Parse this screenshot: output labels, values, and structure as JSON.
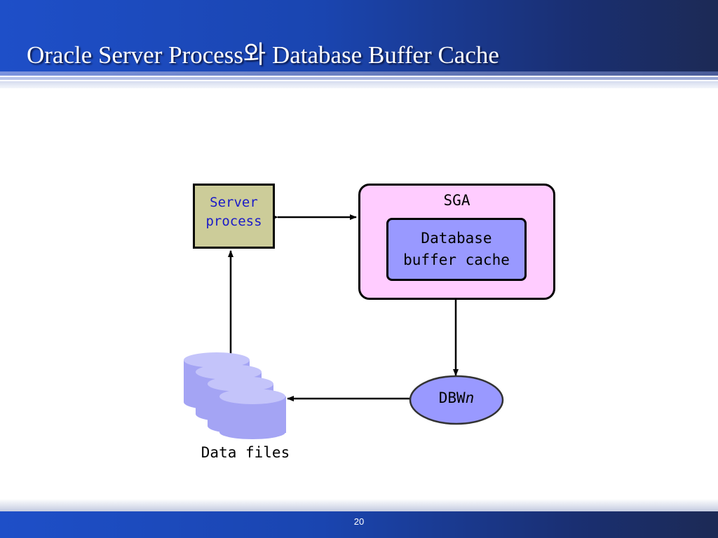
{
  "slide": {
    "title": "Oracle Server Process와 Database Buffer Cache",
    "page_number": "20"
  },
  "diagram": {
    "server_process": {
      "line1": "Server",
      "line2": "process"
    },
    "sga": {
      "label": "SGA"
    },
    "database_buffer_cache": {
      "line1": "Database",
      "line2": "buffer cache"
    },
    "dbwn": {
      "prefix": "DBW",
      "suffix": "n"
    },
    "data_files": {
      "label": "Data files"
    }
  },
  "colors": {
    "server_fill": "#cccc99",
    "server_text": "#1a1ac8",
    "sga_fill": "#ffccff",
    "cache_fill": "#9999ff",
    "dbwn_fill": "#9999ff",
    "cylinder_fill": "#a4a4f4"
  }
}
